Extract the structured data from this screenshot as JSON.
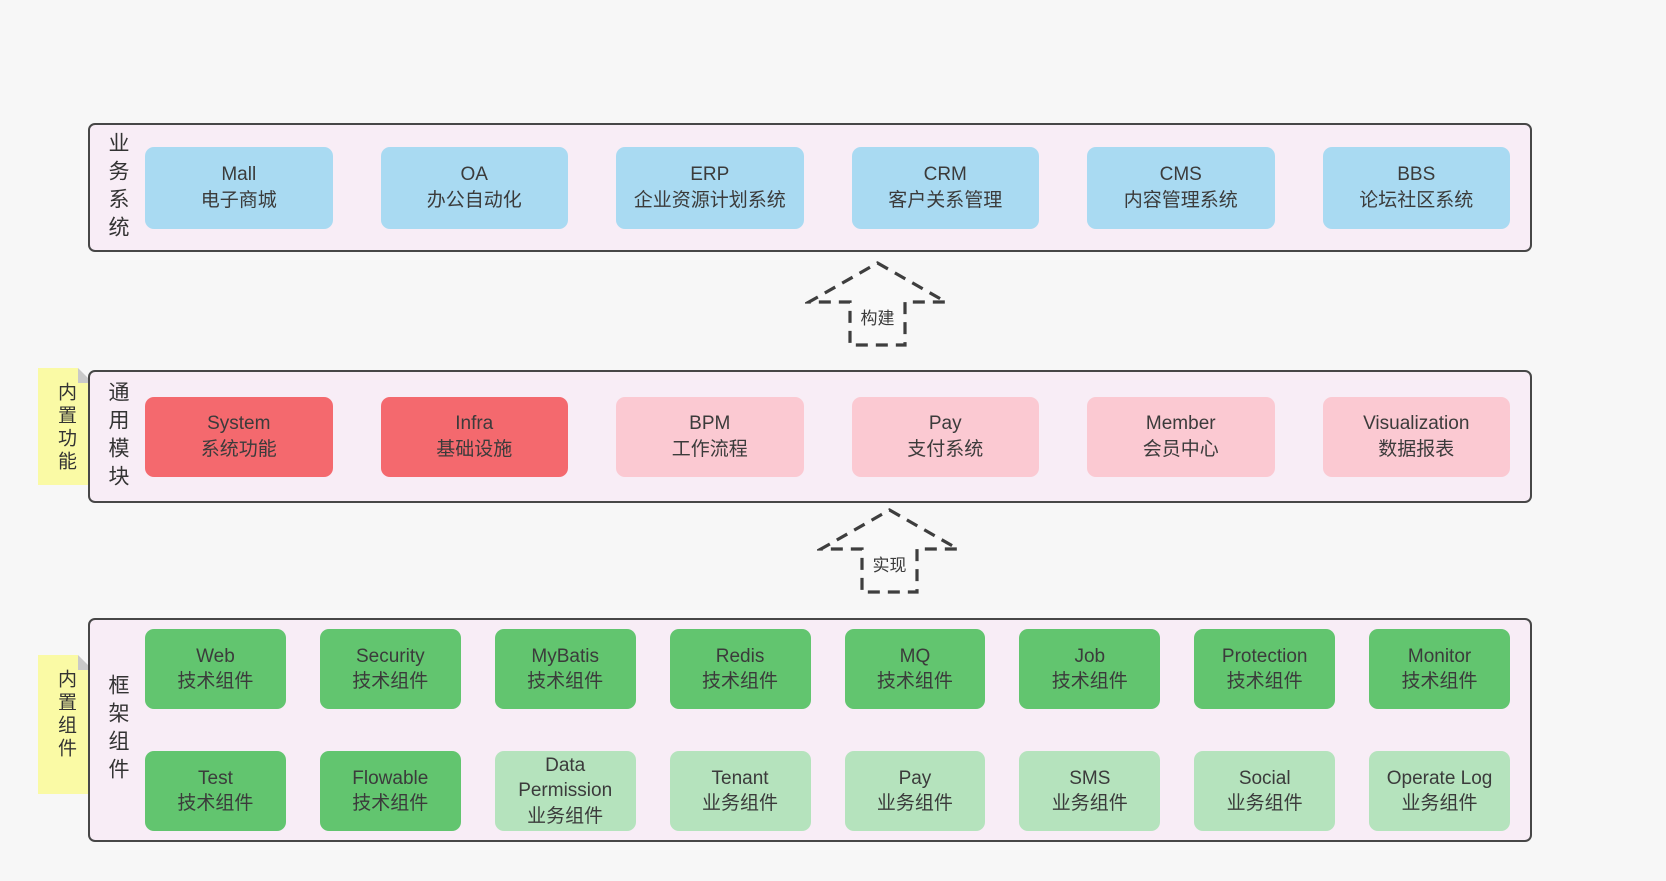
{
  "diagram": {
    "colors": {
      "page_bg": "#f7f7f7",
      "band_bg": "#f8edf6",
      "band_border": "#474747",
      "blue": "#a9daf2",
      "red": "#f4696e",
      "pink": "#fbc9d2",
      "green": "#62c56f",
      "green_light": "#b5e3bd",
      "sticky_yellow": "#fafaa5",
      "sticky_fold": "#c9c9c9",
      "text": "#3b3b3b"
    },
    "arrows": [
      {
        "label": "构建"
      },
      {
        "label": "实现"
      }
    ],
    "bands": [
      {
        "label": "业务系统",
        "boxes": [
          {
            "name": "Mall",
            "desc": "电子商城"
          },
          {
            "name": "OA",
            "desc": "办公自动化"
          },
          {
            "name": "ERP",
            "desc": "企业资源计划系统"
          },
          {
            "name": "CRM",
            "desc": "客户关系管理"
          },
          {
            "name": "CMS",
            "desc": "内容管理系统"
          },
          {
            "name": "BBS",
            "desc": "论坛社区系统"
          }
        ]
      },
      {
        "label": "通用模块",
        "sticky": "内置功能",
        "boxes": [
          {
            "name": "System",
            "desc": "系统功能"
          },
          {
            "name": "Infra",
            "desc": "基础设施"
          },
          {
            "name": "BPM",
            "desc": "工作流程"
          },
          {
            "name": "Pay",
            "desc": "支付系统"
          },
          {
            "name": "Member",
            "desc": "会员中心"
          },
          {
            "name": "Visualization",
            "desc": "数据报表"
          }
        ]
      },
      {
        "label": "框架组件",
        "sticky": "内置组件",
        "rows": [
          [
            {
              "name": "Web",
              "desc": "技术组件"
            },
            {
              "name": "Security",
              "desc": "技术组件"
            },
            {
              "name": "MyBatis",
              "desc": "技术组件"
            },
            {
              "name": "Redis",
              "desc": "技术组件"
            },
            {
              "name": "MQ",
              "desc": "技术组件"
            },
            {
              "name": "Job",
              "desc": "技术组件"
            },
            {
              "name": "Protection",
              "desc": "技术组件"
            },
            {
              "name": "Monitor",
              "desc": "技术组件"
            }
          ],
          [
            {
              "name": "Test",
              "desc": "技术组件"
            },
            {
              "name": "Flowable",
              "desc": "技术组件"
            },
            {
              "name": "Data Permission",
              "desc": "业务组件"
            },
            {
              "name": "Tenant",
              "desc": "业务组件"
            },
            {
              "name": "Pay",
              "desc": "业务组件"
            },
            {
              "name": "SMS",
              "desc": "业务组件"
            },
            {
              "name": "Social",
              "desc": "业务组件"
            },
            {
              "name": "Operate Log",
              "desc": "业务组件"
            }
          ]
        ]
      }
    ]
  }
}
